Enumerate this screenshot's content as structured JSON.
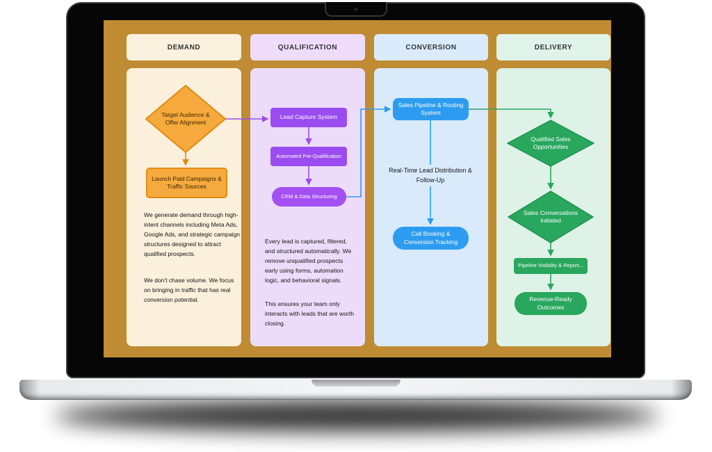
{
  "palette": {
    "screen_bg": "#BF8B33",
    "demand_fill": "#F6A93C",
    "demand_border": "#E18A14",
    "qualification_accent": "#9A4CF0",
    "conversion_accent": "#2D9CF0",
    "delivery_accent": "#28A75D",
    "panel_demand": "#FAF0DB",
    "panel_qualification": "#ECDCFA",
    "panel_conversion": "#D9EAFB",
    "panel_delivery": "#DEF2E7"
  },
  "columns": [
    {
      "header": "DEMAND",
      "nodes": {
        "target_audience": "Target Audience & Offer Alignment",
        "launch_campaigns": "Launch Paid Campaigns & Traffic Sources"
      },
      "paragraphs": {
        "p1": "We generate demand through high-intent channels including Meta Ads, Google Ads, and strategic campaign structures designed to attract qualified prospects.",
        "p2": "We don't chase volume. We focus on bringing in traffic that has real conversion potential."
      }
    },
    {
      "header": "QUALIFICATION",
      "nodes": {
        "lead_capture": "Lead Capture System",
        "pre_qualification": "Automated Pre-Qualification",
        "crm": "CRM & Data Structuring"
      },
      "paragraphs": {
        "p1": "Every lead is captured, filtered, and structured automatically. We remove unqualified prospects early using forms, automation logic, and behavioral signals.",
        "p2": "This ensures your team only interacts with leads that are worth closing."
      }
    },
    {
      "header": "CONVERSION",
      "nodes": {
        "sales_pipeline": "Sales Pipeline & Routing System",
        "call_booking": "Call Booking & Conversion Tracking"
      },
      "flow_label": "Real-Time Lead Distribution & Follow-Up"
    },
    {
      "header": "DELIVERY",
      "nodes": {
        "qualified_sales": "Qualified Sales Opportunities",
        "sales_conversations": "Sales Conversations Initiated",
        "pipeline_visibility": "Pipeline Visibility & Report...",
        "revenue_ready": "Revenue-Ready Outcomes"
      }
    }
  ]
}
